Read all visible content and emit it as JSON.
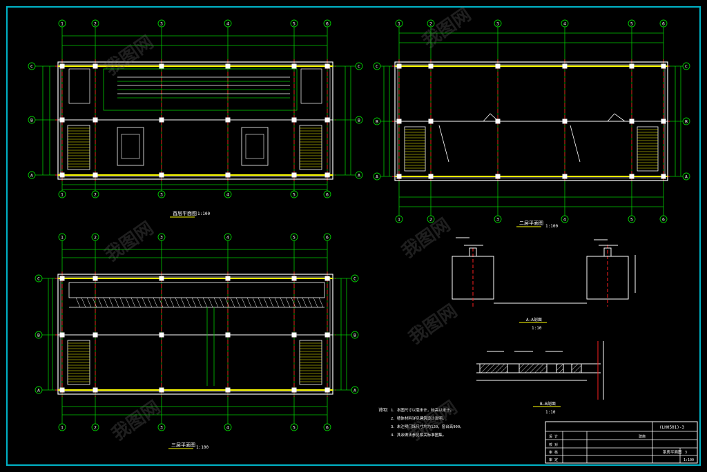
{
  "colors": {
    "frame": "#00b4c8",
    "grid_line": "#00cc00",
    "axis_center": "#ff2020",
    "wall": "#ffffff",
    "beam": "#ffff00",
    "text": "#ffffff",
    "accent": "#ff00ff"
  },
  "plans": {
    "top_left": {
      "title": "首层平面图",
      "scale": "1:100",
      "axes_h": [
        "1",
        "2",
        "3",
        "4",
        "5",
        "6"
      ],
      "axes_v": [
        "C",
        "B",
        "A"
      ]
    },
    "top_right": {
      "title": "二层平面图",
      "scale": "1:100",
      "axes_h": [
        "1",
        "2",
        "3",
        "4",
        "5",
        "6"
      ],
      "axes_v": [
        "C",
        "B",
        "A"
      ]
    },
    "bottom_left": {
      "title": "三层平面图",
      "scale": "1:100",
      "axes_h": [
        "1",
        "2",
        "3",
        "4",
        "5",
        "6"
      ],
      "axes_v": [
        "C",
        "B",
        "A"
      ]
    }
  },
  "sections": {
    "a_a": {
      "title": "A—A剖面",
      "scale": "1:10"
    },
    "b_b": {
      "title": "B—B剖面",
      "scale": "1:10"
    }
  },
  "notes": {
    "heading": "说明：",
    "lines": [
      "1．本图尺寸以毫米计，标高以米计。",
      "2．墙体材料详见建筑设计说明。",
      "3．未注明门垛尺寸均为120，窗台高900。",
      "4．其余做法参见相关标准图集。"
    ]
  },
  "title_block": {
    "drawing_no": "(LH0501)-3",
    "project_name": "泵房平面图",
    "sheet_label": "建施",
    "sheet_no": "3",
    "scale_value": "1:100",
    "rows": [
      "设 计",
      "校 对",
      "审 核",
      "审 定"
    ]
  },
  "watermark": "我图网"
}
